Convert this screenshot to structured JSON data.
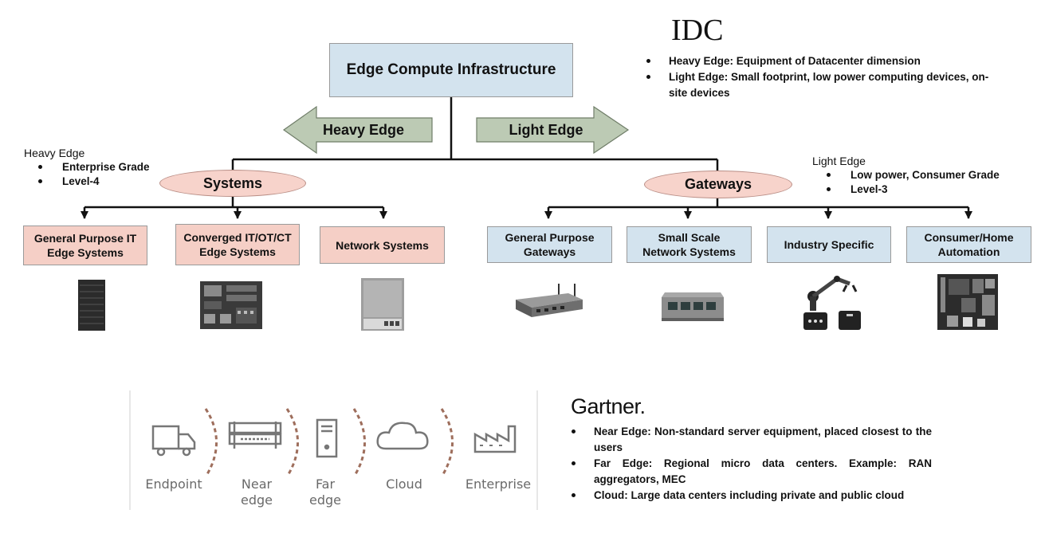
{
  "root": {
    "label": "Edge Compute Infrastructure"
  },
  "arrows": {
    "heavy": "Heavy Edge",
    "light": "Light Edge"
  },
  "idc": {
    "logo": "IDC",
    "bullets": [
      "Heavy Edge: Equipment of Datacenter dimension",
      "Light Edge: Small footprint, low power computing devices, on-site devices"
    ]
  },
  "heavy_note": {
    "title": "Heavy Edge",
    "bullets": [
      "Enterprise Grade",
      "Level-4"
    ]
  },
  "light_note": {
    "title": "Light Edge",
    "bullets": [
      "Low power, Consumer Grade",
      "Level-3"
    ]
  },
  "systems": {
    "label": "Systems",
    "children": [
      {
        "label": "General Purpose IT Edge Systems",
        "icon": "rack-server-icon"
      },
      {
        "label": "Converged IT/OT/CT Edge Systems",
        "icon": "converged-board-icon"
      },
      {
        "label": "Network Systems",
        "icon": "network-appliance-icon"
      }
    ]
  },
  "gateways": {
    "label": "Gateways",
    "children": [
      {
        "label": "General Purpose Gateways",
        "icon": "gateway-router-icon"
      },
      {
        "label": "Small Scale Network Systems",
        "icon": "network-switch-icon"
      },
      {
        "label": "Industry Specific",
        "icon": "robot-arm-icon"
      },
      {
        "label": "Consumer/Home Automation",
        "icon": "single-board-computer-icon"
      }
    ]
  },
  "gartner": {
    "logo": "Gartner.",
    "tiers": [
      {
        "line1": "Endpoint",
        "line2": "",
        "icon": "truck-icon"
      },
      {
        "line1": "Near",
        "line2": "edge",
        "icon": "server-rack-icon"
      },
      {
        "line1": "Far",
        "line2": "edge",
        "icon": "tower-server-icon"
      },
      {
        "line1": "Cloud",
        "line2": "",
        "icon": "cloud-icon"
      },
      {
        "line1": "Enterprise",
        "line2": "",
        "icon": "factory-icon"
      }
    ],
    "bullets": [
      "Near Edge: Non-standard server equipment, placed closest to the users",
      "Far Edge: Regional micro data centers. Example: RAN aggregators, MEC",
      "Cloud: Large data centers including private and public cloud"
    ]
  },
  "colors": {
    "root_fill": "#d3e3ee",
    "systems_fill": "#f5cfc6",
    "gateways_fill": "#d3e3ee",
    "arrow_fill": "#bccab4",
    "arc_color": "#9e6e5c",
    "gartner_icon": "#777777"
  }
}
